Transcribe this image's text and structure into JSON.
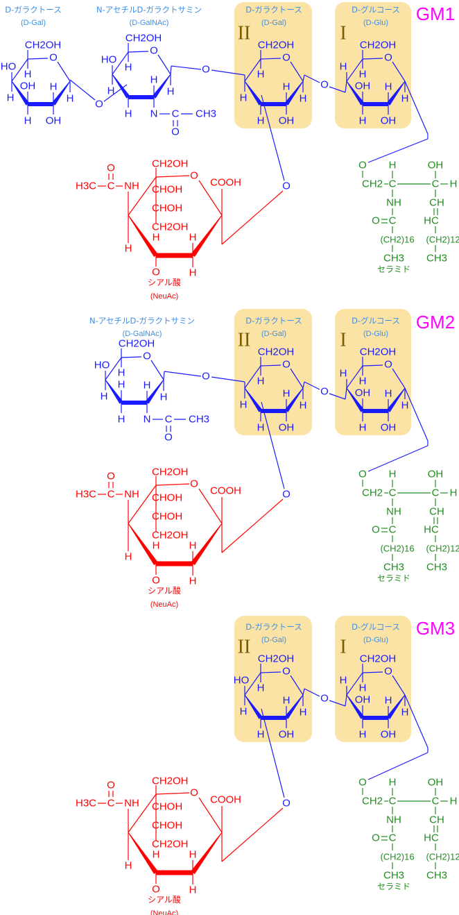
{
  "colors": {
    "sugar": "#1a1aff",
    "sialic": "#ff0000",
    "ceramide": "#228b22",
    "header": "#3d8fe6",
    "box": "#fbe3a6",
    "roman": "#7a5c00",
    "gm_label": "#ff00ff"
  },
  "panels": [
    {
      "title": "GM1",
      "gal_terminal": {
        "name": "D-ガラクトース",
        "abbr": "(D-Gal)",
        "ring_o": "O",
        "ch2oh": "CH2OH",
        "c5_down": "H",
        "c4_up": "HO",
        "c4_down": "H",
        "c3_up": "OH",
        "c3_down": "H",
        "c2_up": "H",
        "c2_down": "OH",
        "c1_down": "H"
      },
      "galnac": {
        "name": "N-アセチルD-ガラクトサミン",
        "abbr": "(D-GalNAc)",
        "ring_o": "O",
        "ch2oh": "CH2OH",
        "c5_down": "H",
        "c4_up": "HO",
        "c4_down": "H",
        "c3_down": "H",
        "c2_up": "H",
        "c2_down": "N",
        "c1_down": "H",
        "acetyl_c": "C",
        "acetyl_o": "O",
        "acetyl_ch3": "CH3"
      },
      "gal_ii": {
        "roman": "II",
        "name": "D-ガラクトース",
        "abbr": "(D-Gal)",
        "ring_o": "O",
        "ch2oh": "CH2OH",
        "c5_down": "H",
        "c4_down": "H",
        "c3_down": "H",
        "c2_up": "H",
        "c2_down": "OH",
        "c1_down": "H"
      },
      "glc_i": {
        "roman": "I",
        "name": "D-グルコース",
        "abbr": "(D-Glu)",
        "ring_o": "O",
        "ch2oh": "CH2OH",
        "c5_down": "H",
        "c4_up": "H",
        "c3_up": "OH",
        "c3_down": "H",
        "c2_up": "H",
        "c2_down": "OH",
        "c1_down": "H"
      },
      "neuac": {
        "name": "シアル酸",
        "abbr": "(NeuAc)",
        "ring_o": "O",
        "chain": [
          "CH2OH",
          "CHOH",
          "CHOH",
          "CH2OH"
        ],
        "c4_up": "H",
        "c4_down": "O",
        "c3_up": "H",
        "c3_down": "H",
        "c5_up": "NH",
        "c5_down": "H",
        "acetyl_h3c": "H3C",
        "acetyl_c": "C",
        "acetyl_o": "O",
        "c2": "COOH"
      },
      "ceramide": {
        "name": "セラミド",
        "atoms": [
          "O",
          "CH2",
          "C",
          "C",
          "H",
          "H",
          "OH",
          "NH",
          "CH",
          "O",
          "C",
          "HC",
          "(CH2)16",
          "(CH2)12",
          "CH3",
          "CH3"
        ]
      },
      "linkers": {
        "gal_galnac": "O",
        "galnac_galii": "O",
        "galii_glc": "O",
        "sialic": "O"
      }
    },
    {
      "title": "GM2",
      "galnac": {
        "name": "N-アセチルD-ガラクトサミン",
        "abbr": "(D-GalNAc)",
        "ring_o": "O",
        "ch2oh": "CH2OH",
        "c5_down": "H",
        "c4_up": "HO",
        "c4_down": "H",
        "c3_up": "H",
        "c3_down": "H",
        "c2_up": "H",
        "c2_down": "N",
        "c1_down": "H",
        "acetyl_c": "C",
        "acetyl_o": "O",
        "acetyl_ch3": "CH3"
      },
      "gal_ii": {
        "roman": "II",
        "name": "D-ガラクトース",
        "abbr": "(D-Gal)",
        "ring_o": "O",
        "ch2oh": "CH2OH",
        "c5_down": "H",
        "c4_down": "H",
        "c3_down": "H",
        "c2_up": "H",
        "c2_down": "OH",
        "c1_down": "H"
      },
      "glc_i": {
        "roman": "I",
        "name": "D-グルコース",
        "abbr": "(D-Glu)",
        "ring_o": "O",
        "ch2oh": "CH2OH",
        "c5_down": "H",
        "c4_up": "H",
        "c3_up": "OH",
        "c3_down": "H",
        "c2_up": "H",
        "c2_down": "OH",
        "c1_down": "H"
      },
      "neuac": {
        "name": "シアル酸",
        "abbr": "(NeuAc)",
        "ring_o": "O",
        "chain": [
          "CH2OH",
          "CHOH",
          "CHOH",
          "CH2OH"
        ],
        "c4_up": "H",
        "c4_down": "O",
        "c3_up": "H",
        "c3_down": "H",
        "c5_up": "NH",
        "c5_down": "H",
        "acetyl_h3c": "H3C",
        "acetyl_c": "C",
        "acetyl_o": "O",
        "c2": "COOH"
      },
      "ceramide": {
        "name": "セラミド",
        "atoms": [
          "O",
          "CH2",
          "C",
          "C",
          "H",
          "H",
          "OH",
          "NH",
          "CH",
          "O",
          "C",
          "HC",
          "(CH2)16",
          "(CH2)12",
          "CH3",
          "CH3"
        ]
      },
      "linkers": {
        "galnac_galii": "O",
        "galii_glc": "O",
        "sialic": "O"
      }
    },
    {
      "title": "GM3",
      "gal_ii": {
        "roman": "II",
        "name": "D-ガラクトース",
        "abbr": "(D-Gal)",
        "ring_o": "O",
        "ch2oh": "CH2OH",
        "c5_down": "H",
        "c4_up": "HO",
        "c4_down": "H",
        "c3_down": "H",
        "c2_up": "H",
        "c2_down": "OH",
        "c1_down": "H"
      },
      "glc_i": {
        "roman": "I",
        "name": "D-グルコース",
        "abbr": "(D-Glu)",
        "ring_o": "O",
        "ch2oh": "CH2OH",
        "c5_down": "H",
        "c4_up": "H",
        "c3_up": "OH",
        "c3_down": "H",
        "c2_up": "H",
        "c2_down": "OH",
        "c1_down": "H"
      },
      "neuac": {
        "name": "シアル酸",
        "abbr": "(NeuAc)",
        "ring_o": "O",
        "chain": [
          "CH2OH",
          "CHOH",
          "CHOH",
          "CH2OH"
        ],
        "c4_up": "H",
        "c4_down": "O",
        "c3_up": "H",
        "c3_down": "H",
        "c5_up": "NH",
        "c5_down": "H",
        "acetyl_h3c": "H3C",
        "acetyl_c": "C",
        "acetyl_o": "O",
        "c2": "COOH"
      },
      "ceramide": {
        "name": "セラミド",
        "atoms": [
          "O",
          "CH2",
          "C",
          "C",
          "H",
          "H",
          "OH",
          "NH",
          "CH",
          "O",
          "C",
          "HC",
          "(CH2)16",
          "(CH2)12",
          "CH3",
          "CH3"
        ]
      },
      "linkers": {
        "galii_glc": "O",
        "sialic": "O"
      }
    }
  ]
}
